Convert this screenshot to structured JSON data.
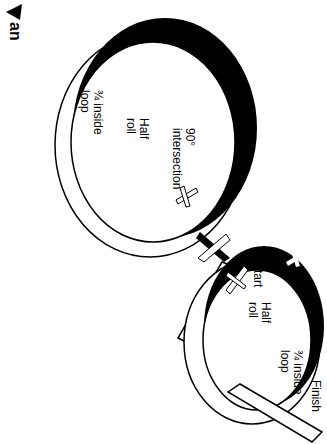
{
  "diagram": {
    "labels": [
      "an",
      "¾ inside loop",
      "Half roll",
      "90° intersection",
      "Start",
      "Half roll",
      "¾ inside loop",
      "Finish"
    ]
  }
}
